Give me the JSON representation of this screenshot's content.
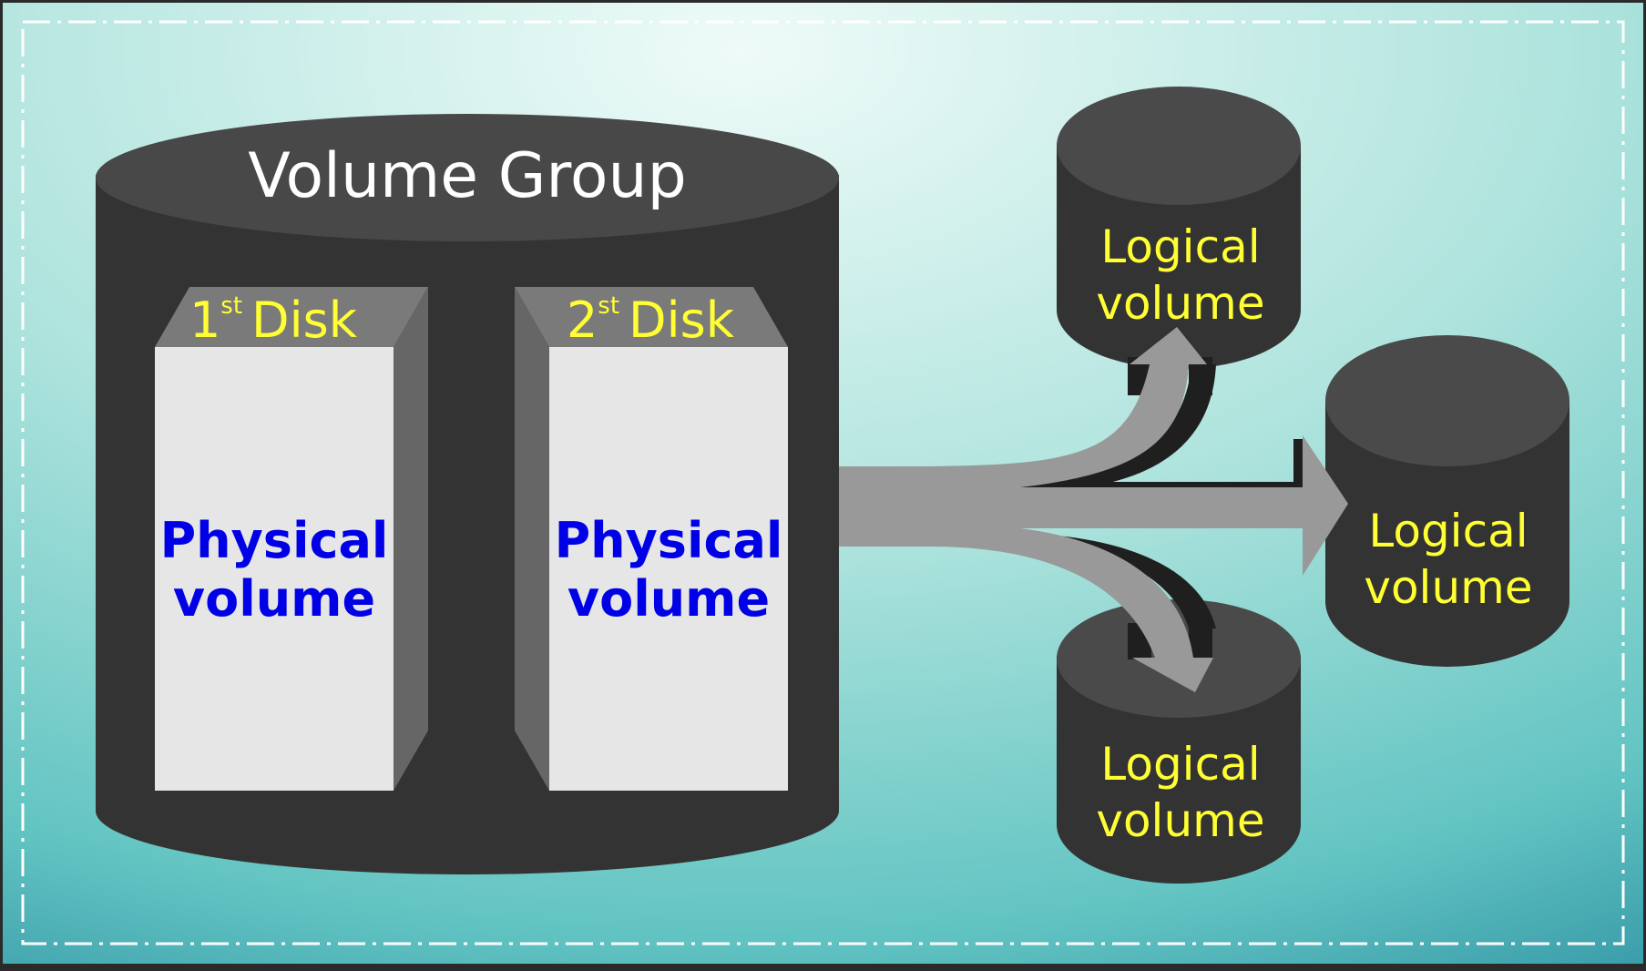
{
  "colors": {
    "background_light": "#e6f7f4",
    "background_dark": "#3aa6a9",
    "cylinder_body": "#333333",
    "cylinder_top": "#4a4a4a",
    "disk_face": "#e6e6e6",
    "disk_side": "#666666",
    "disk_top": "#7a7a7a",
    "arrow_fill": "#999999",
    "arrow_shadow": "#1f1f1f",
    "title_text": "#ffffff",
    "disk_label_text": "#ffff33",
    "pv_text": "#0000e6",
    "lv_text": "#ffff33"
  },
  "volume_group": {
    "title": "Volume Group",
    "disks": [
      {
        "number": "1",
        "suffix": "st",
        "word": "Disk",
        "pv_line1": "Physical",
        "pv_line2": "volume"
      },
      {
        "number": "2",
        "suffix": "st",
        "word": "Disk",
        "pv_line1": "Physical",
        "pv_line2": "volume"
      }
    ]
  },
  "logical_volumes": [
    {
      "line1": "Logical",
      "line2": "volume"
    },
    {
      "line1": "Logical",
      "line2": "volume"
    },
    {
      "line1": "Logical",
      "line2": "volume"
    }
  ],
  "icons": [
    "border-dashed-frame",
    "cylinder-icon",
    "branch-arrow-icon"
  ]
}
